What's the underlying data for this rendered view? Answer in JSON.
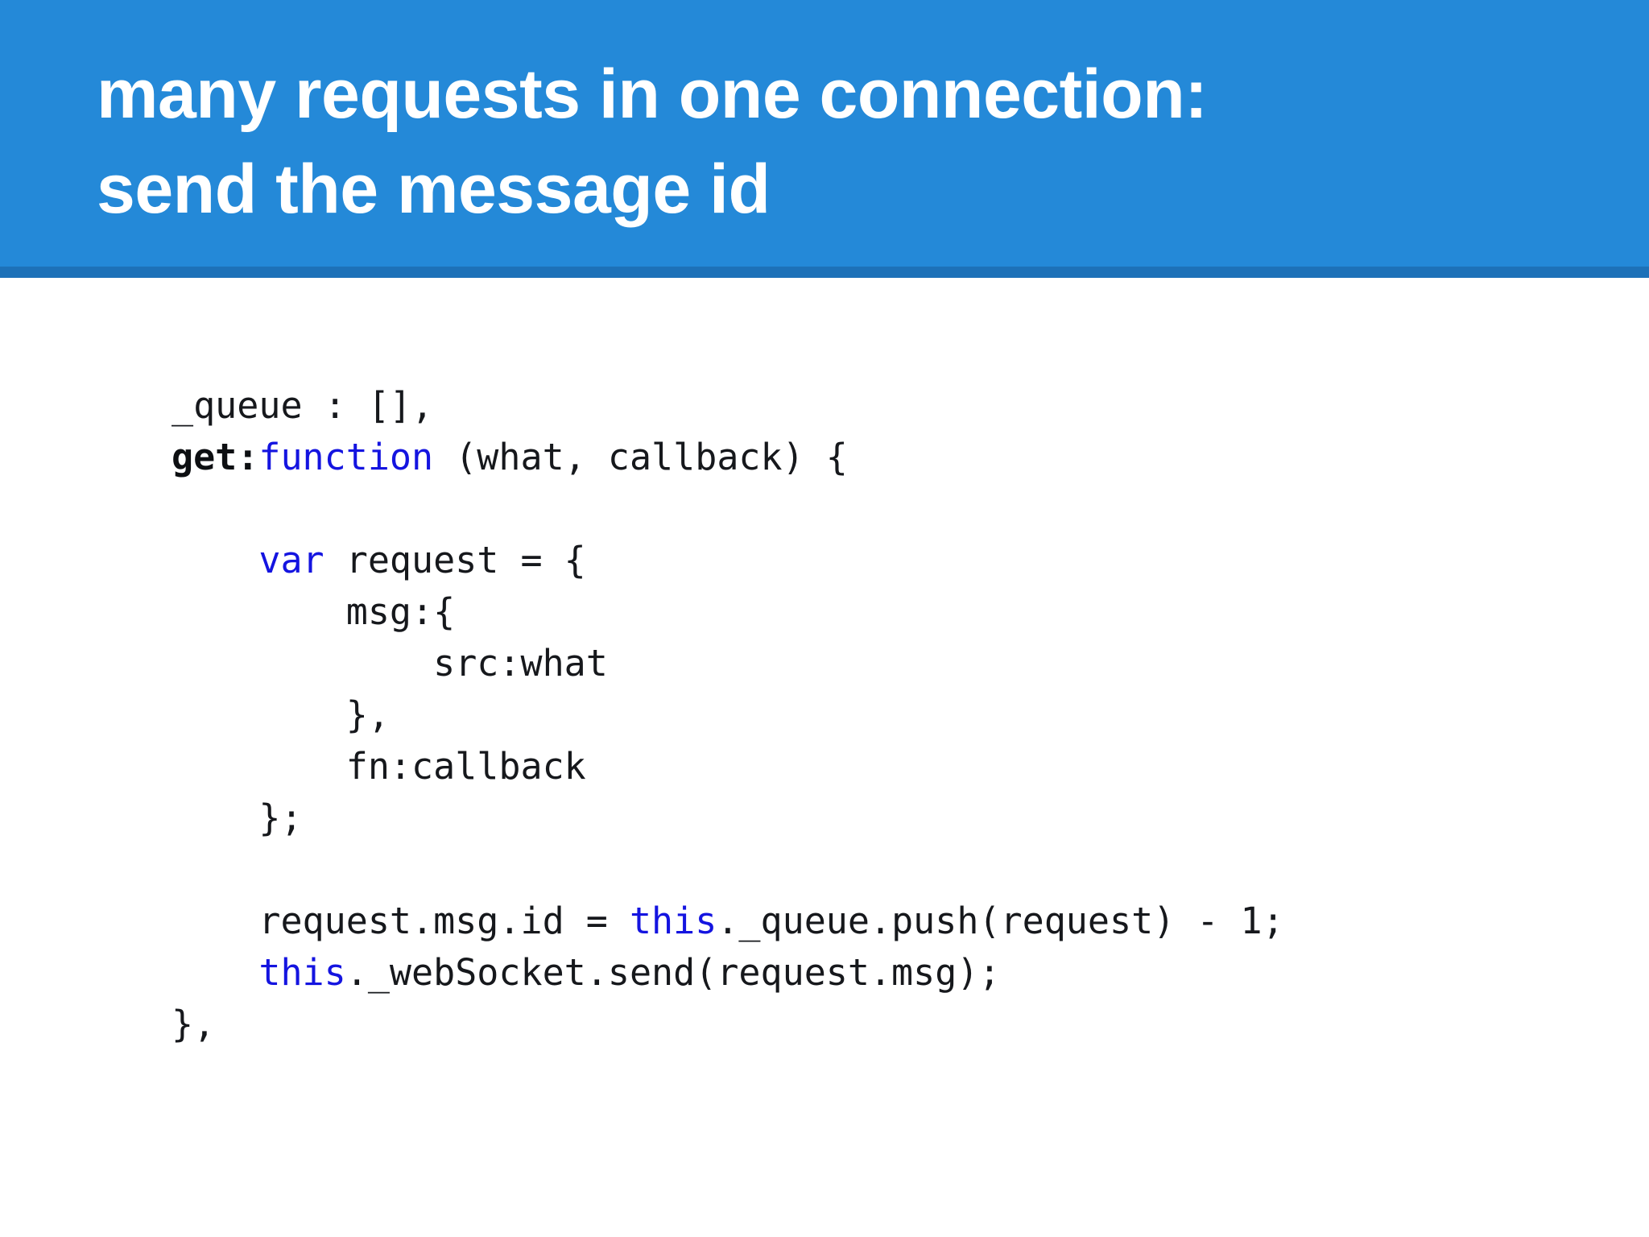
{
  "slide": {
    "title_line_1": "many requests in one connection:",
    "title_line_2": "send the message id",
    "title_full": "many requests in one connection:\nsend the message id",
    "header_bg": "#2489d8",
    "header_accent": "#1d71b8",
    "title_color": "#ffffff",
    "body_bg": "#ffffff"
  },
  "code": {
    "language": "javascript",
    "keyword_color": "#1414e0",
    "text_color": "#16181c",
    "lines": [
      {
        "id": "line-1",
        "text": "_queue : [],",
        "tokens": [
          {
            "t": "_queue : [],",
            "style": "plain"
          }
        ]
      },
      {
        "id": "line-2",
        "text": "get:function (what, callback) {",
        "tokens": [
          {
            "t": "get:",
            "style": "bold"
          },
          {
            "t": "function",
            "style": "keyword"
          },
          {
            "t": " (what, callback) {",
            "style": "plain"
          }
        ]
      },
      {
        "id": "line-3",
        "text": "",
        "tokens": []
      },
      {
        "id": "line-4",
        "text": "    var request = {",
        "tokens": [
          {
            "t": "    ",
            "style": "plain"
          },
          {
            "t": "var",
            "style": "keyword"
          },
          {
            "t": " request = {",
            "style": "plain"
          }
        ]
      },
      {
        "id": "line-5",
        "text": "        msg:{",
        "tokens": [
          {
            "t": "        msg:{",
            "style": "plain"
          }
        ]
      },
      {
        "id": "line-6",
        "text": "            src:what",
        "tokens": [
          {
            "t": "            src:what",
            "style": "plain"
          }
        ]
      },
      {
        "id": "line-7",
        "text": "        },",
        "tokens": [
          {
            "t": "        },",
            "style": "plain"
          }
        ]
      },
      {
        "id": "line-8",
        "text": "        fn:callback",
        "tokens": [
          {
            "t": "        fn:callback",
            "style": "plain"
          }
        ]
      },
      {
        "id": "line-9",
        "text": "    };",
        "tokens": [
          {
            "t": "    };",
            "style": "plain"
          }
        ]
      },
      {
        "id": "line-10",
        "text": "",
        "tokens": []
      },
      {
        "id": "line-11",
        "text": "    request.msg.id = this._queue.push(request) - 1;",
        "tokens": [
          {
            "t": "    request.msg.id = ",
            "style": "plain"
          },
          {
            "t": "this",
            "style": "keyword"
          },
          {
            "t": "._queue.push(request) - 1;",
            "style": "plain"
          }
        ]
      },
      {
        "id": "line-12",
        "text": "    this._webSocket.send(request.msg);",
        "tokens": [
          {
            "t": "    ",
            "style": "plain"
          },
          {
            "t": "this",
            "style": "keyword"
          },
          {
            "t": "._webSocket.send(request.msg);",
            "style": "plain"
          }
        ]
      },
      {
        "id": "line-13",
        "text": "},",
        "tokens": [
          {
            "t": "},",
            "style": "plain"
          }
        ]
      }
    ]
  }
}
